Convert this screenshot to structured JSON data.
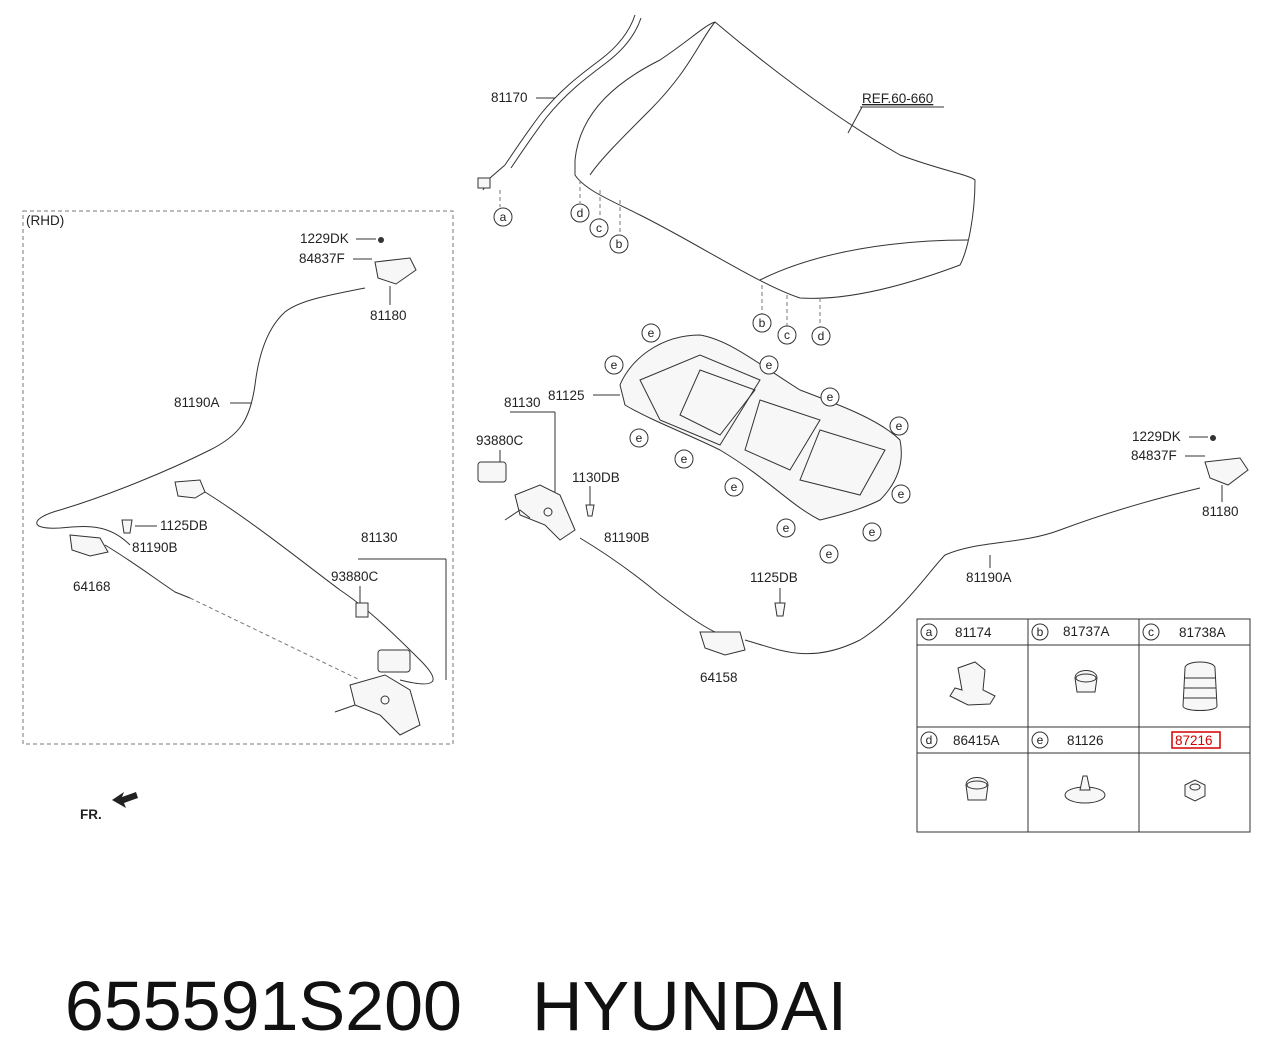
{
  "rhd_box_label": "(RHD)",
  "front_label": "FR.",
  "ref_label": "REF.60-660",
  "part_numbers": {
    "tl_1229dk": "1229DK",
    "tl_84837f": "84837F",
    "tl_81180": "81180",
    "tl_81190a": "81190A",
    "tl_1125db": "1125DB",
    "tl_81190b": "81190B",
    "tl_64168": "64168",
    "tl_81130": "81130",
    "tl_93880c": "93880C",
    "m_81170": "81170",
    "m_81125": "81125",
    "m_81130": "81130",
    "m_93880c": "93880C",
    "m_1130db": "1130DB",
    "m_81190b": "81190B",
    "m_1125db": "1125DB",
    "m_64158": "64158",
    "r_1229dk": "1229DK",
    "r_84837f": "84837F",
    "r_81180": "81180",
    "r_81190a": "81190A"
  },
  "callouts": [
    "a",
    "b",
    "c",
    "d",
    "e"
  ],
  "legend_table": [
    {
      "letter": "a",
      "part": "81174",
      "icon": "clip-icon"
    },
    {
      "letter": "b",
      "part": "81737A",
      "icon": "bumper-stop-icon"
    },
    {
      "letter": "c",
      "part": "81738A",
      "icon": "bellows-stop-icon"
    },
    {
      "letter": "d",
      "part": "86415A",
      "icon": "rubber-stop-icon"
    },
    {
      "letter": "e",
      "part": "81126",
      "icon": "push-pin-icon"
    },
    {
      "letter": "",
      "part": "87216",
      "icon": "nut-icon",
      "highlighted": true
    }
  ],
  "highlight_color": "#d40000",
  "caption": {
    "part_number": "655591S200",
    "brand": "HYUNDAI"
  }
}
